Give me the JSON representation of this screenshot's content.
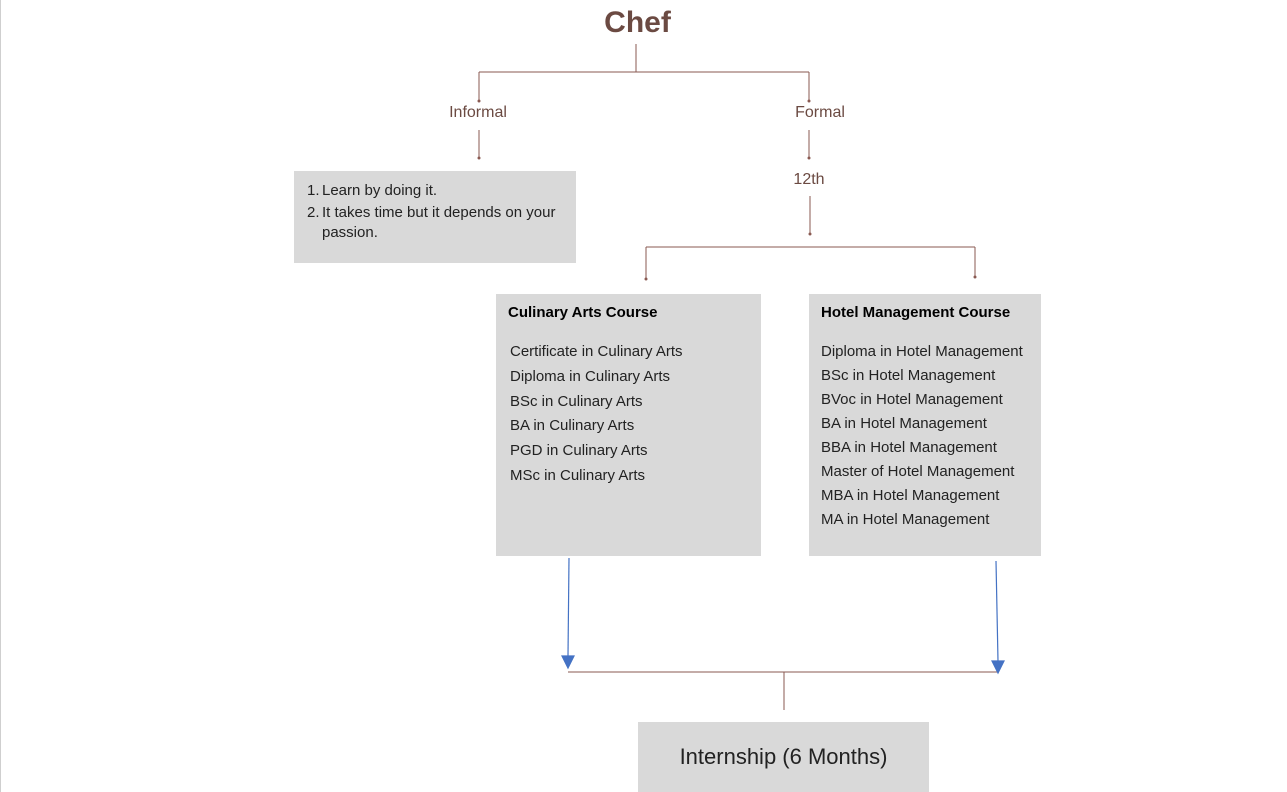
{
  "title": "Chef",
  "branches": {
    "informal": "Informal",
    "formal": "Formal",
    "twelfth": "12th"
  },
  "informal_notes": [
    {
      "num": "1.",
      "text": "Learn by doing it."
    },
    {
      "num": "2.",
      "text": "It takes time but it depends on your passion."
    }
  ],
  "culinary": {
    "title": "Culinary Arts Course",
    "items": [
      "Certificate in Culinary Arts",
      "Diploma in Culinary Arts",
      "BSc in Culinary Arts",
      "BA in Culinary Arts",
      "PGD in Culinary Arts",
      "MSc in Culinary Arts"
    ]
  },
  "hotel": {
    "title": "Hotel Management Course",
    "items": [
      "Diploma in Hotel Management",
      "BSc in Hotel Management",
      "BVoc in Hotel Management",
      "BA in Hotel Management",
      "BBA in Hotel Management",
      "Master of Hotel Management",
      "MBA in Hotel Management",
      "MA in Hotel Management"
    ]
  },
  "internship": "Internship (6 Months)",
  "colors": {
    "connector": "#8a5a52",
    "arrow": "#4472c4",
    "box": "#d9d9d9",
    "title": "#6b4a42"
  }
}
